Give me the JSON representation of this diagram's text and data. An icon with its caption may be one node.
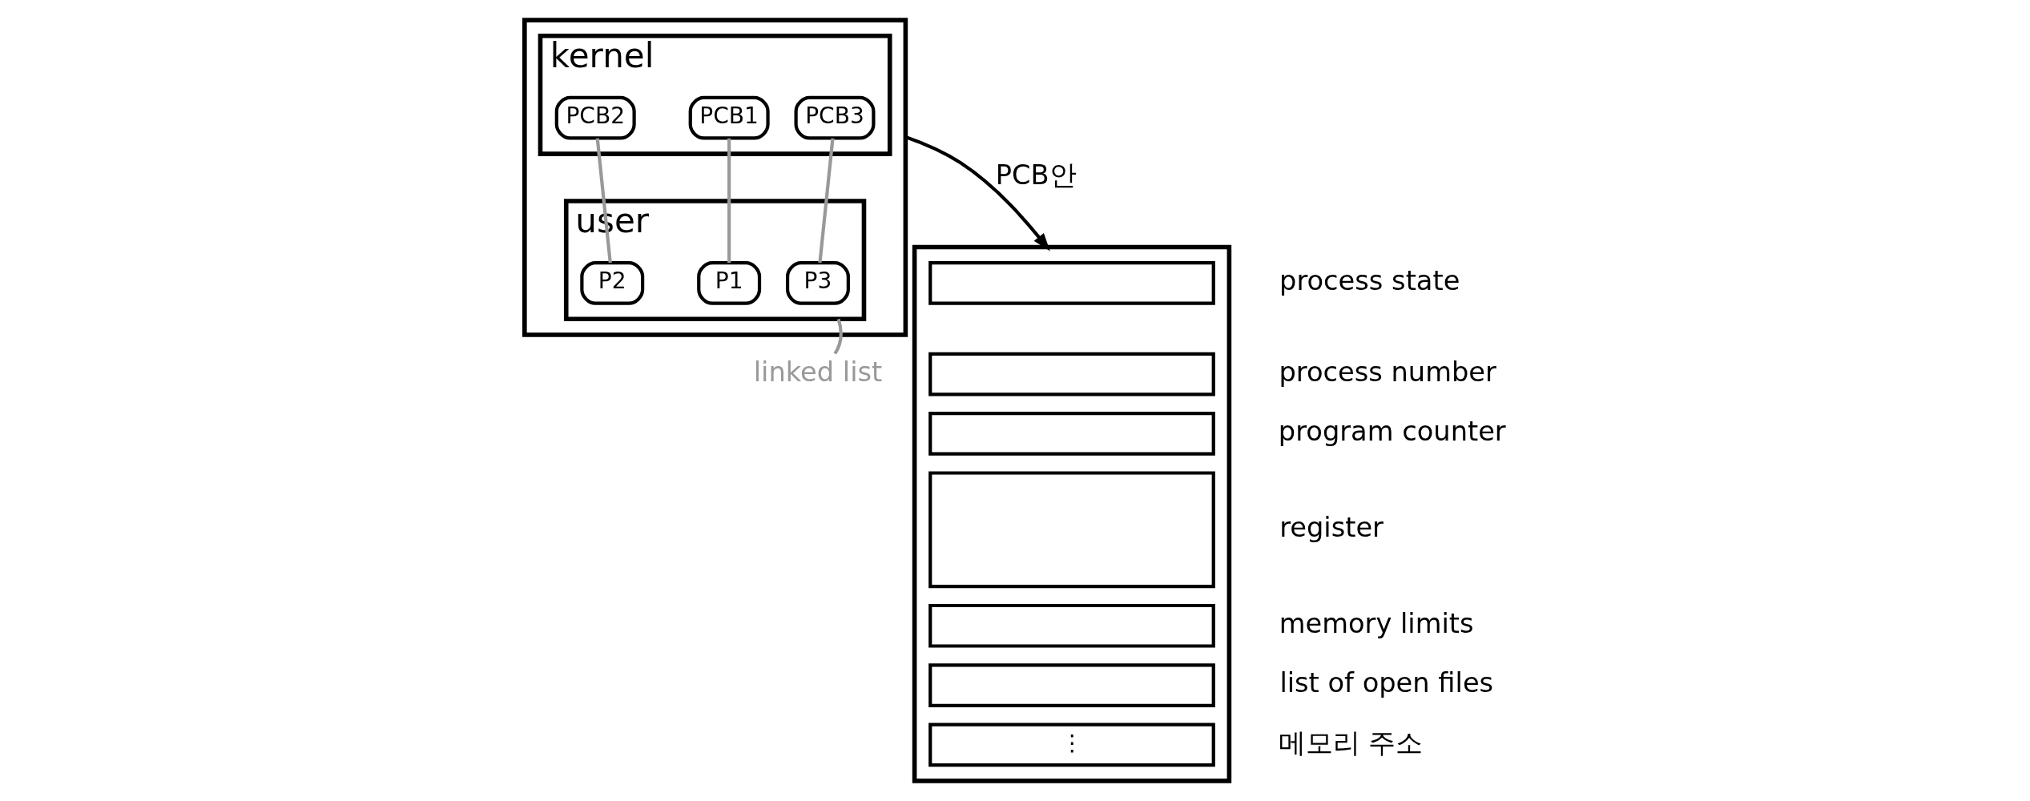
{
  "diagram": {
    "nodes": [
      {
        "text": [],
        "shape": "box"
      },
      {
        "text": [
          "kernel"
        ],
        "in": 0
      },
      {
        "text": [
          "user"
        ],
        "in": 0
      },
      {
        "text": [
          "PCB1"
        ],
        "in": 1
      },
      {
        "text": [
          "PCB2"
        ],
        "in": 1
      },
      {
        "text": [
          "PCB3"
        ],
        "in": 1
      },
      {
        "text": [
          "P1"
        ],
        "in": 2
      },
      {
        "text": [
          "P2"
        ],
        "in": 2
      },
      {
        "text": [
          "P3"
        ],
        "in": 2
      },
      {
        "text": [
          "linked list"
        ]
      },
      {
        "text": [],
        "shape": "box"
      },
      {
        "text": [],
        "shape": "box",
        "in": 10,
        "beside": [
          "process state"
        ]
      },
      {
        "text": [],
        "shape": "box",
        "in": 10,
        "beside": [
          "process number"
        ]
      },
      {
        "text": [],
        "shape": "box",
        "in": 10,
        "beside": [
          "program counter"
        ]
      },
      {
        "text": [],
        "shape": "box",
        "in": 10,
        "beside": [
          "register"
        ]
      },
      {
        "text": [],
        "shape": "box",
        "in": 10,
        "beside": [
          "memory limits"
        ]
      },
      {
        "text": [],
        "shape": "box",
        "in": 10,
        "beside": [
          "list of open files"
        ]
      },
      {
        "text": [
          "⋮"
        ],
        "in": 10,
        "beside": [
          "메모리 주소"
        ]
      }
    ],
    "edges": [
      {
        "from": 3,
        "to": 6,
        "arrow": "none",
        "color": "#999999"
      },
      {
        "from": 4,
        "to": 7,
        "arrow": "none",
        "color": "#999999"
      },
      {
        "from": 5,
        "to": 8,
        "arrow": "none",
        "color": "#999999"
      },
      {
        "from": 9,
        "to": 2,
        "arrow": "none",
        "color": "#999999"
      },
      {
        "from": 0,
        "to": 10,
        "arrow": "to",
        "label": "PCB안",
        "color": "#000000"
      }
    ]
  }
}
